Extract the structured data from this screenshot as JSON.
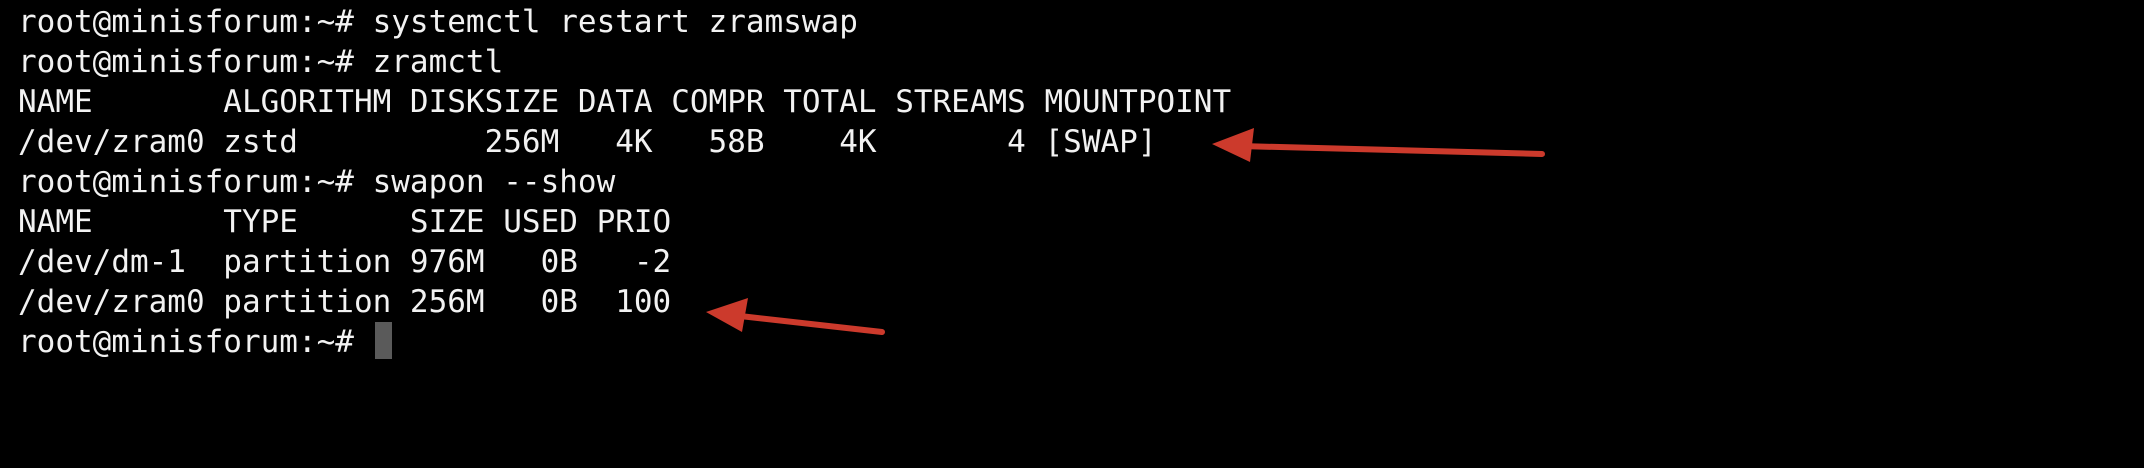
{
  "terminal": {
    "lines": [
      "root@minisforum:~# systemctl restart zramswap",
      "root@minisforum:~# zramctl",
      "NAME       ALGORITHM DISKSIZE DATA COMPR TOTAL STREAMS MOUNTPOINT",
      "/dev/zram0 zstd          256M   4K   58B    4K       4 [SWAP]",
      "root@minisforum:~# swapon --show",
      "NAME       TYPE      SIZE USED PRIO",
      "/dev/dm-1  partition 976M   0B   -2",
      "/dev/zram0 partition 256M   0B  100"
    ],
    "prompt": "root@minisforum:~# "
  },
  "colors": {
    "background": "#000000",
    "text": "#f2f2f2",
    "cursor": "#5a5a5a",
    "arrow": "#cc3a2c"
  },
  "annotations": [
    {
      "name": "annotation-arrow-swap",
      "points_to": "[SWAP]"
    },
    {
      "name": "annotation-arrow-prio",
      "points_to": "100"
    }
  ]
}
